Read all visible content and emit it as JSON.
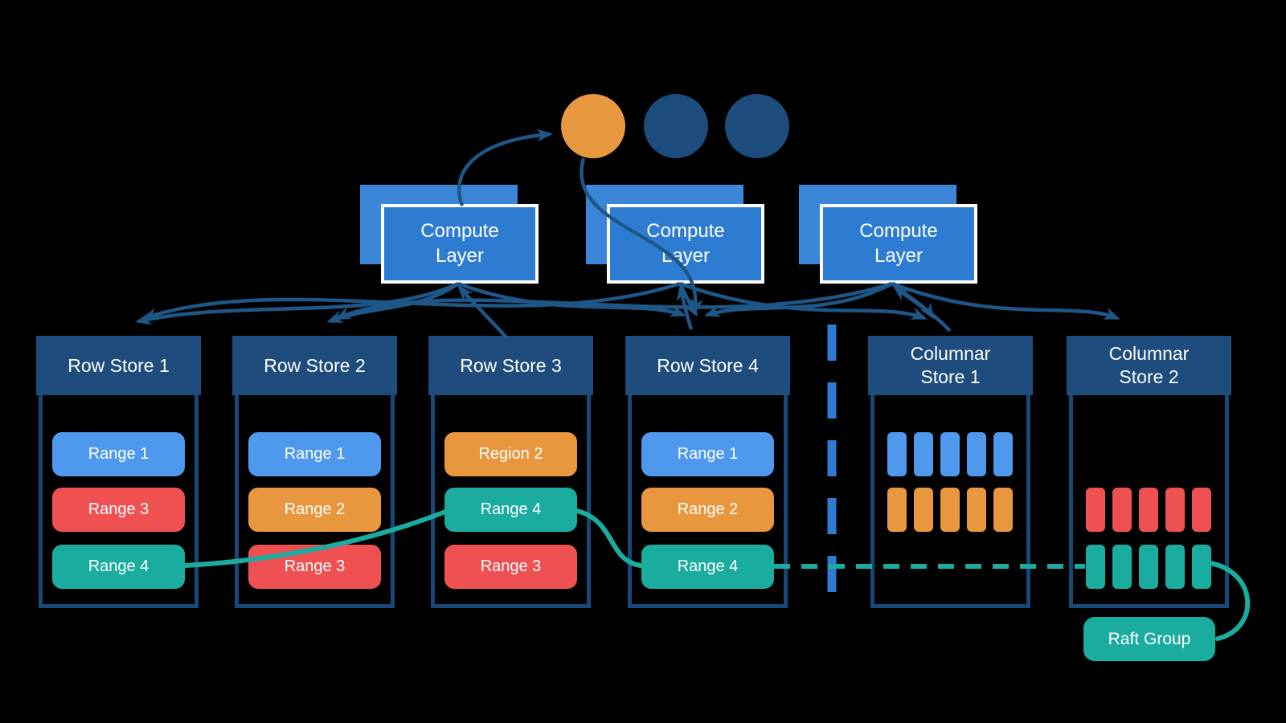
{
  "palette": {
    "navy": "#1D4C7D",
    "border_navy": "#164979",
    "arrow_navy": "#1E5787",
    "compute_blue": "#2E7CD1",
    "compute_shadow": "#3B86D9",
    "light_blue": "#4E99EE",
    "red": "#EF5152",
    "orange": "#E9973E",
    "teal": "#1BACA0",
    "dash_blue": "#2E7CD1",
    "text_white": "#FFFFFF",
    "background": "#000000"
  },
  "legend_circles": [
    {
      "name": "circle-orange",
      "color": "#E8993F"
    },
    {
      "name": "circle-navy-1",
      "color": "#1C4C7C"
    },
    {
      "name": "circle-navy-2",
      "color": "#1C4C7C"
    }
  ],
  "compute_layers": [
    {
      "label": "Compute Layer"
    },
    {
      "label": "Compute Layer"
    },
    {
      "label": "Compute Layer"
    }
  ],
  "stores": [
    {
      "title": "Row Store 1",
      "ranges": [
        {
          "label": "Range 1",
          "color_key": "light_blue"
        },
        {
          "label": "Range 3",
          "color_key": "red"
        },
        {
          "label": "Range 4",
          "color_key": "teal"
        }
      ]
    },
    {
      "title": "Row Store 2",
      "ranges": [
        {
          "label": "Range 1",
          "color_key": "light_blue"
        },
        {
          "label": "Range 2",
          "color_key": "orange"
        },
        {
          "label": "Range 3",
          "color_key": "red"
        }
      ]
    },
    {
      "title": "Row Store 3",
      "ranges": [
        {
          "label": "Region 2",
          "color_key": "orange"
        },
        {
          "label": "Range 4",
          "color_key": "teal"
        },
        {
          "label": "Range 3",
          "color_key": "red"
        }
      ]
    },
    {
      "title": "Row Store 4",
      "ranges": [
        {
          "label": "Range 1",
          "color_key": "light_blue"
        },
        {
          "label": "Range 2",
          "color_key": "orange"
        },
        {
          "label": "Range 4",
          "color_key": "teal"
        }
      ]
    }
  ],
  "columnar_stores": [
    {
      "title": "Columnar Store 1",
      "bar_rows": [
        {
          "color_key": "light_blue",
          "count": 5,
          "row": 0
        },
        {
          "color_key": "orange",
          "count": 5,
          "row": 1
        }
      ]
    },
    {
      "title": "Columnar Store 2",
      "bar_rows": [
        {
          "color_key": "red",
          "count": 5,
          "row": 1
        },
        {
          "color_key": "teal",
          "count": 5,
          "row": 2
        }
      ]
    }
  ],
  "raft_group": {
    "label": "Raft Group"
  }
}
